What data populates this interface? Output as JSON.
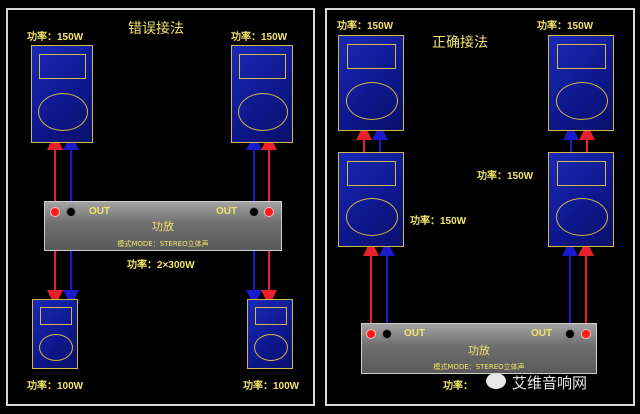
{
  "left": {
    "title": "错误接法",
    "top_left_power": "功率：150W",
    "top_right_power": "功率：150W",
    "amp_name": "功放",
    "amp_mode": "模式MODE：STEREO立体声",
    "amp_power": "功率：2×300W",
    "out_left": "OUT",
    "out_right": "OUT",
    "bottom_left_power": "功率：100W",
    "bottom_right_power": "功率：100W"
  },
  "right": {
    "title": "正确接法",
    "top_left_power": "功率：150W",
    "top_right_power": "功率：150W",
    "mid_left_power": "功率：150W",
    "mid_right_power": "功率：150W",
    "amp_name": "功放",
    "amp_mode": "模式MODE：STEREO立体声",
    "amp_power": "功率：",
    "out_left": "OUT",
    "out_right": "OUT"
  },
  "watermark": "艾维音响网",
  "colors": {
    "positive": "#e8202a",
    "negative": "#1a1acc",
    "label": "#f2e36a",
    "speaker": "#1a2ab8"
  }
}
